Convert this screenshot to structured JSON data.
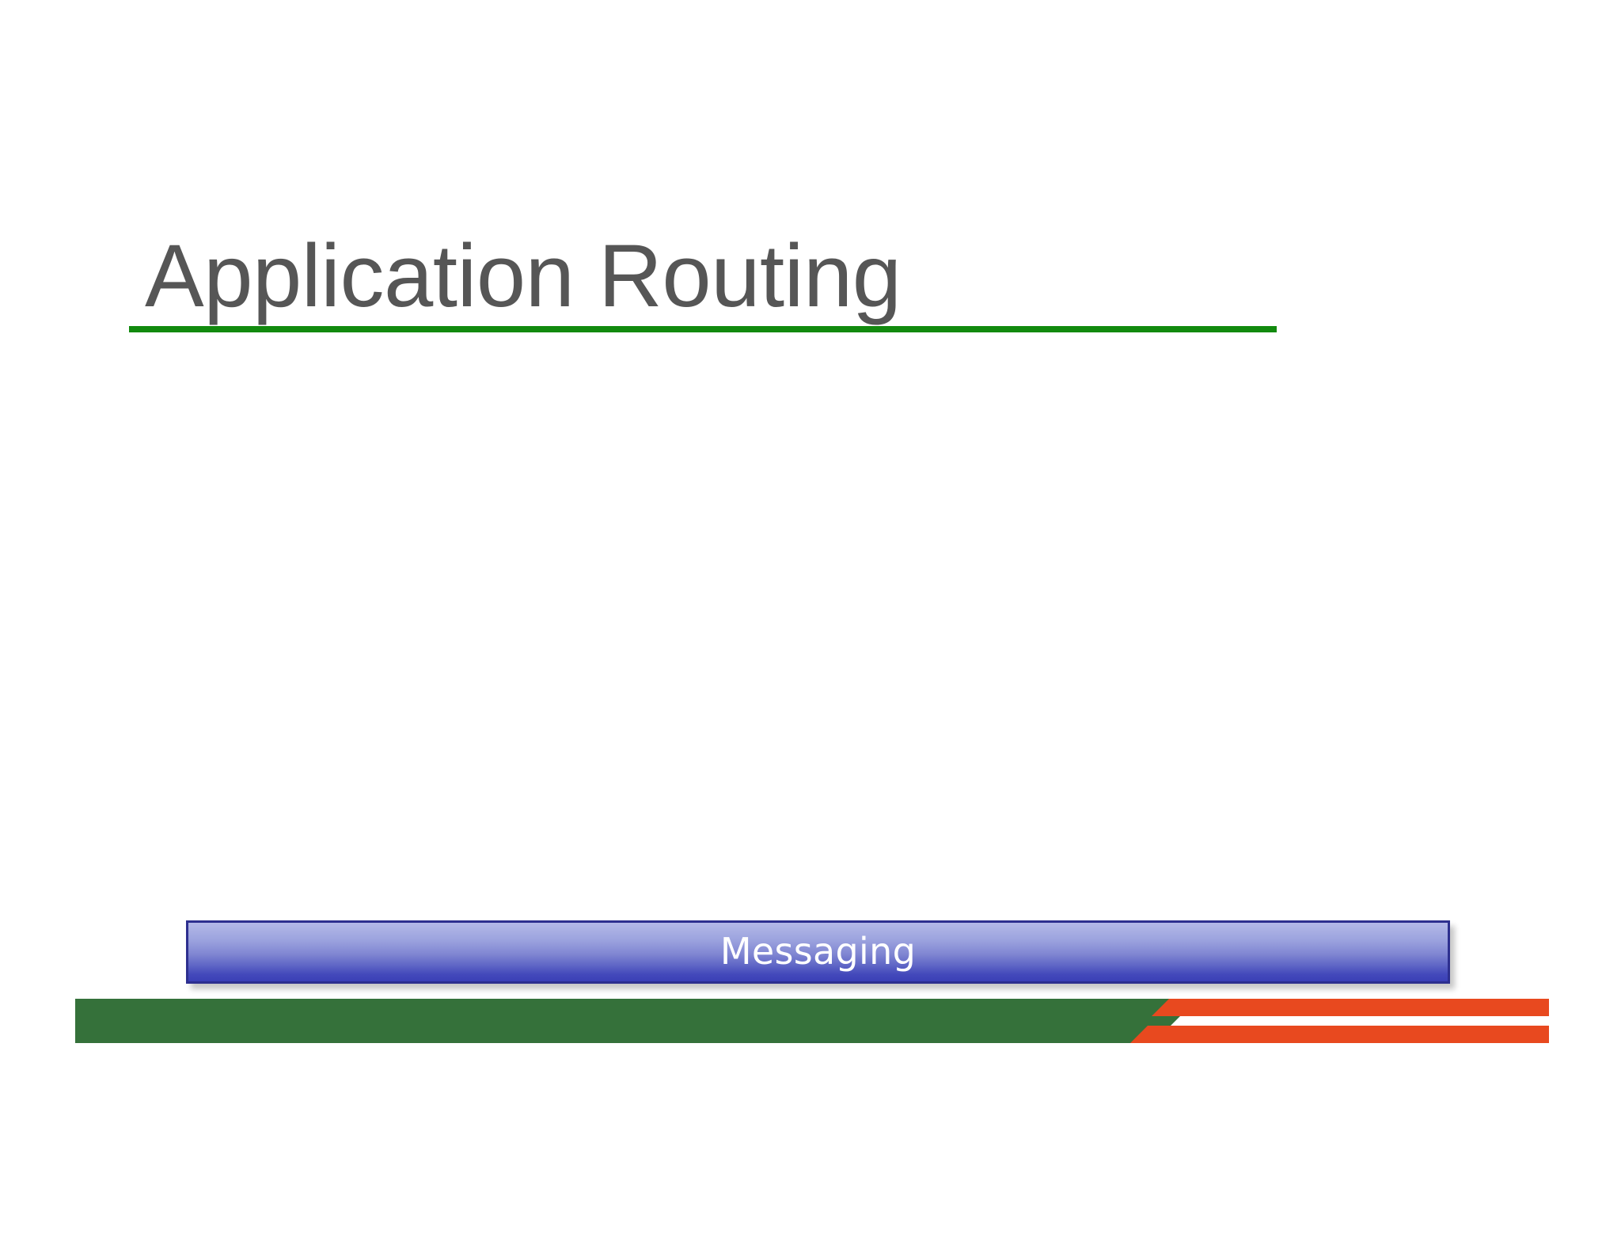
{
  "slide": {
    "title": "Application Routing",
    "accent_rule_color": "#128a0e",
    "title_color": "#565656",
    "background_color": "#ffffff"
  },
  "diagram": {
    "layers": [
      {
        "name": "messaging-layer",
        "label": "Messaging",
        "text_color": "#ffffff",
        "gradient_top": "#b4b9e8",
        "gradient_bottom": "#3b40b6",
        "border_color": "#2d2f8f"
      }
    ]
  },
  "footer": {
    "green_bar_color": "#35713a",
    "orange_stripe_color": "#e8491f",
    "stripe_count": 2
  }
}
